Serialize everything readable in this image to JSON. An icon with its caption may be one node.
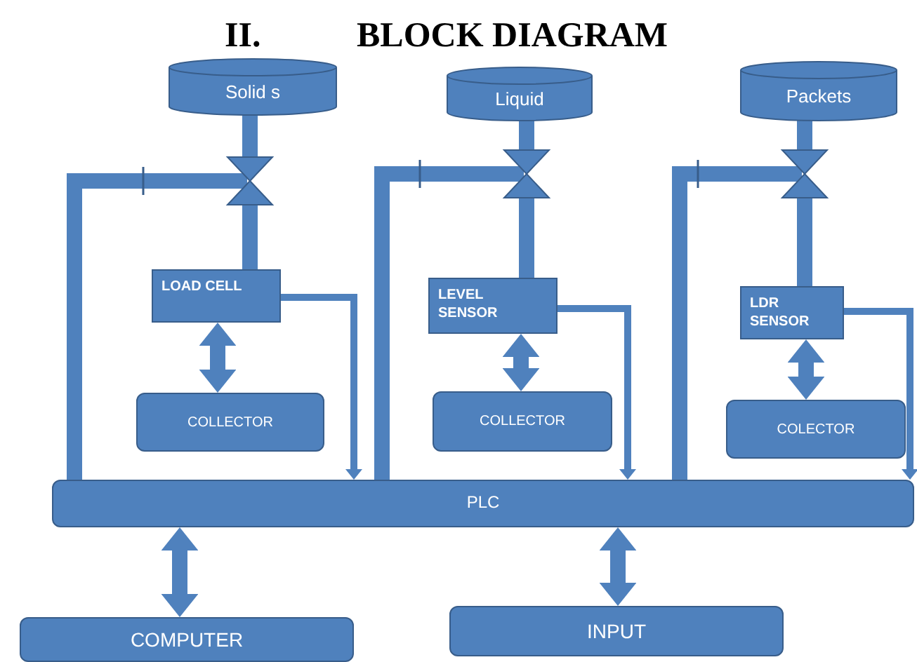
{
  "diagram": {
    "title": "BLOCK DIAGRAM",
    "nodes": [
      {
        "text": [
          "Solid s"
        ]
      },
      {
        "text": [
          "Liquid"
        ]
      },
      {
        "text": [
          "Packets"
        ]
      },
      {
        "text": [],
        "shape": "valve"
      },
      {
        "text": [],
        "shape": "valve"
      },
      {
        "text": [],
        "shape": "valve"
      },
      {
        "text": [
          "LOAD CELL"
        ]
      },
      {
        "text": [
          "LEVEL SENSOR"
        ]
      },
      {
        "text": [
          "LDR SENSOR"
        ]
      },
      {
        "text": [
          "COLLECTOR"
        ]
      },
      {
        "text": [
          "COLLECTOR"
        ]
      },
      {
        "text": [
          "COLECTOR"
        ]
      },
      {
        "text": [
          "PLC"
        ]
      },
      {
        "text": [
          "COMPUTER"
        ]
      },
      {
        "text": [
          "INPUT"
        ]
      }
    ],
    "edges": [
      {
        "from": 0,
        "to": 3,
        "arrow": "none"
      },
      {
        "from": 1,
        "to": 4,
        "arrow": "none"
      },
      {
        "from": 2,
        "to": 5,
        "arrow": "none"
      },
      {
        "from": 3,
        "to": 6,
        "arrow": "none"
      },
      {
        "from": 4,
        "to": 7,
        "arrow": "none"
      },
      {
        "from": 5,
        "to": 8,
        "arrow": "none"
      },
      {
        "from": 6,
        "to": 9,
        "arrow": "both"
      },
      {
        "from": 7,
        "to": 10,
        "arrow": "both"
      },
      {
        "from": 8,
        "to": 11,
        "arrow": "both"
      },
      {
        "from": 6,
        "to": 12,
        "arrow": "to"
      },
      {
        "from": 7,
        "to": 12,
        "arrow": "to"
      },
      {
        "from": 8,
        "to": 12,
        "arrow": "to"
      },
      {
        "from": 12,
        "to": 3,
        "arrow": "none"
      },
      {
        "from": 12,
        "to": 4,
        "arrow": "none"
      },
      {
        "from": 12,
        "to": 5,
        "arrow": "none"
      },
      {
        "from": 12,
        "to": 13,
        "arrow": "both"
      },
      {
        "from": 12,
        "to": 14,
        "arrow": "both"
      }
    ],
    "labels": [
      "II."
    ]
  }
}
